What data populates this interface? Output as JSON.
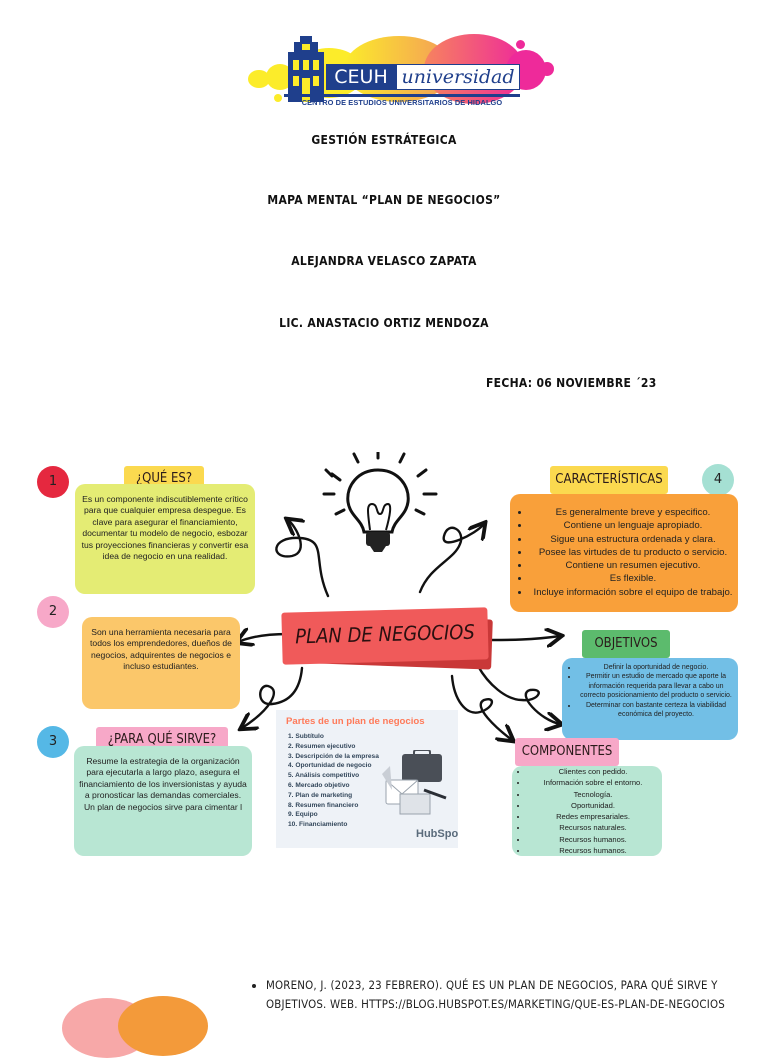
{
  "logo": {
    "brand": "CEUH",
    "script": "universidad",
    "tagline": "CENTRO DE ESTUDIOS UNIVERSITARIOS DE HIDALGO"
  },
  "header": {
    "course": "GESTIÓN ESTRÁTEGICA",
    "title": "MAPA MENTAL “PLAN DE NEGOCIOS”",
    "author": "ALEJANDRA VELASCO ZAPATA",
    "teacher": "LIC. ANASTACIO ORTIZ MENDOZA",
    "date": "FECHA:  06 NOVIEMBRE ´23"
  },
  "center": {
    "title": "PLAN DE NEGOCIOS"
  },
  "que_es": {
    "number": "1",
    "label": "¿QUÉ ES?",
    "text": "Es un componente indiscutiblemente crítico para que cualquier empresa despegue. Es clave para asegurar el financiamiento, documentar tu modelo de negocio, esbozar tus proyecciones financieras y convertir esa idea de negocio en una realidad."
  },
  "para_quien": {
    "number": "2",
    "text": "Son una herramienta necesaria para todos los emprendedores, dueños de negocios, adquirentes de negocios e incluso estudiantes."
  },
  "para_que": {
    "number": "3",
    "label": "¿PARA QUÉ SIRVE?",
    "text1": "Resume la estrategia de la organización para ejecutarla a largo plazo, asegura el financiamiento de los inversionistas y ayuda a pronosticar las demandas comerciales.",
    "text2": "Un plan de negocios sirve para cimentar l"
  },
  "caracteristicas": {
    "number": "4",
    "label": "CARACTERÍSTICAS",
    "items": [
      "Es generalmente breve y especifico.",
      "Contiene un lenguaje apropiado.",
      "Sigue una estructura ordenada y clara.",
      "Posee las virtudes de tu producto o servicio.",
      "Contiene un resumen ejecutivo.",
      "Es flexible.",
      "Incluye información sobre el equipo de trabajo."
    ]
  },
  "objetivos": {
    "label": "OBJETIVOS",
    "items": [
      "Definir la oportunidad de negocio.",
      "Permitir un estudio de mercado que aporte la información requerida para llevar a cabo un correcto posicionamiento del producto o servicio.",
      "Determinar con bastante certeza la viabilidad económica del proyecto."
    ]
  },
  "componentes": {
    "label": "COMPONENTES",
    "items": [
      "Clientes con pedido.",
      "Información sobre el entorno.",
      "Tecnología.",
      "Oportunidad.",
      "Redes empresariales.",
      "Recursos naturales.",
      "Recursos humanos.",
      "Recursos humanos."
    ]
  },
  "partes": {
    "title": "Partes de un plan de negocios",
    "items": [
      "1. Subtítulo",
      "2. Resumen ejecutivo",
      "3. Descripción de la empresa",
      "4. Oportunidad de negocio",
      "5. Análisis competitivo",
      "6. Mercado objetivo",
      "7. Plan de marketing",
      "8. Resumen financiero",
      "9. Equipo",
      "10. Financiamiento"
    ],
    "brand": "HubSpo"
  },
  "reference": "MORENO, J. (2023, 23 FEBRERO). QUÉ ES UN PLAN DE NEGOCIOS, PARA QUÉ SIRVE Y OBJETIVOS. WEB. HTTPS://BLOG.HUBSPOT.ES/MARKETING/QUE-ES-PLAN-DE-NEGOCIOS",
  "colors": {
    "yellow": "#fcec2a",
    "magenta": "#ee2a9a",
    "red_badge": "#e5283f",
    "pink_badge": "#f7a8c8",
    "blue_badge": "#55b8e6",
    "teal_badge": "#a5e0d3",
    "card_green": "#e4ec74",
    "card_orange": "#fbb45f",
    "card_mint": "#b8e6d3",
    "card_blue": "#72bfe6",
    "card_amber": "#f9a03a",
    "center_red": "#f05a5a",
    "tag_yellow": "#fbd94f",
    "tag_green": "#5cbb6d",
    "tag_pink": "#f7a8c8",
    "logo_blue": "#1f3f8c"
  }
}
